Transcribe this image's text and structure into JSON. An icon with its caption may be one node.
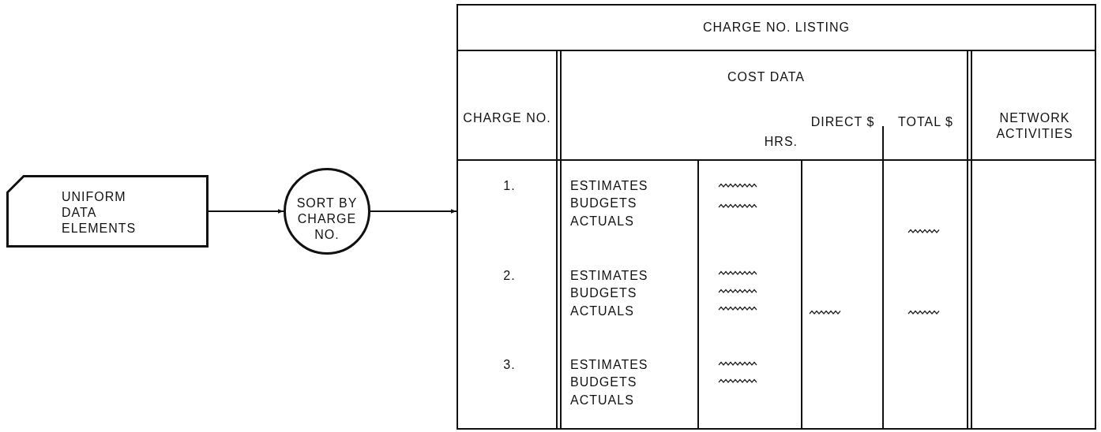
{
  "diagram": {
    "nodes": [
      {
        "text": [
          "UNIFORM DATA ELEMENTS"
        ]
      },
      {
        "text": [
          "SORT BY CHARGE NO."
        ]
      },
      {
        "text": [
          "CHARGE NO. LISTING"
        ]
      }
    ],
    "edges": [
      {
        "from": 0,
        "to": 1,
        "arrow": "to"
      },
      {
        "from": 1,
        "to": 2,
        "arrow": "to"
      }
    ],
    "labels": [
      "CHARGE NO.",
      "COST DATA",
      "NETWORK ACTIVITIES",
      "HRS.",
      "DIRECT $",
      "TOTAL $",
      "1.",
      "ESTIMATES",
      "BUDGETS",
      "ACTUALS",
      "2.",
      "ESTIMATES",
      "BUDGETS",
      "ACTUALS",
      "3.",
      "ESTIMATES",
      "BUDGETS",
      "ACTUALS"
    ]
  }
}
